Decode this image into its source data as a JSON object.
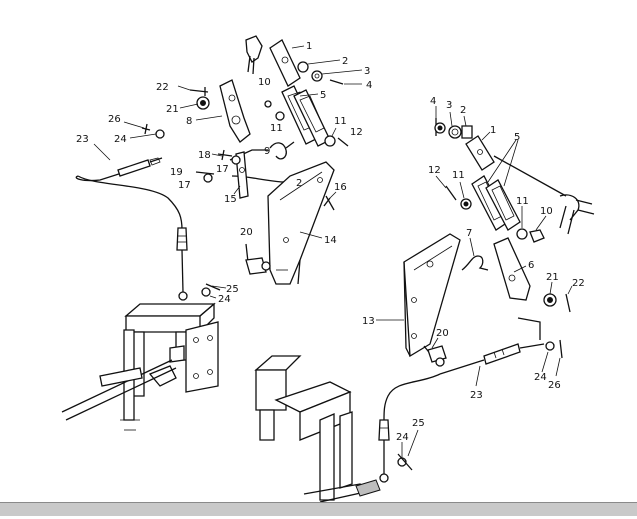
{
  "callouts": {
    "left": [
      "1",
      "2",
      "3",
      "4",
      "10",
      "5",
      "22",
      "21",
      "8",
      "11",
      "11",
      "12",
      "26",
      "24",
      "23",
      "9",
      "18",
      "17",
      "19",
      "17",
      "16",
      "2",
      "15",
      "20",
      "14",
      "25",
      "24"
    ],
    "right": [
      "4",
      "3",
      "2",
      "1",
      "5",
      "12",
      "11",
      "11",
      "10",
      "7",
      "6",
      "21",
      "22",
      "13",
      "20",
      "23",
      "24",
      "26",
      "24",
      "25"
    ]
  }
}
